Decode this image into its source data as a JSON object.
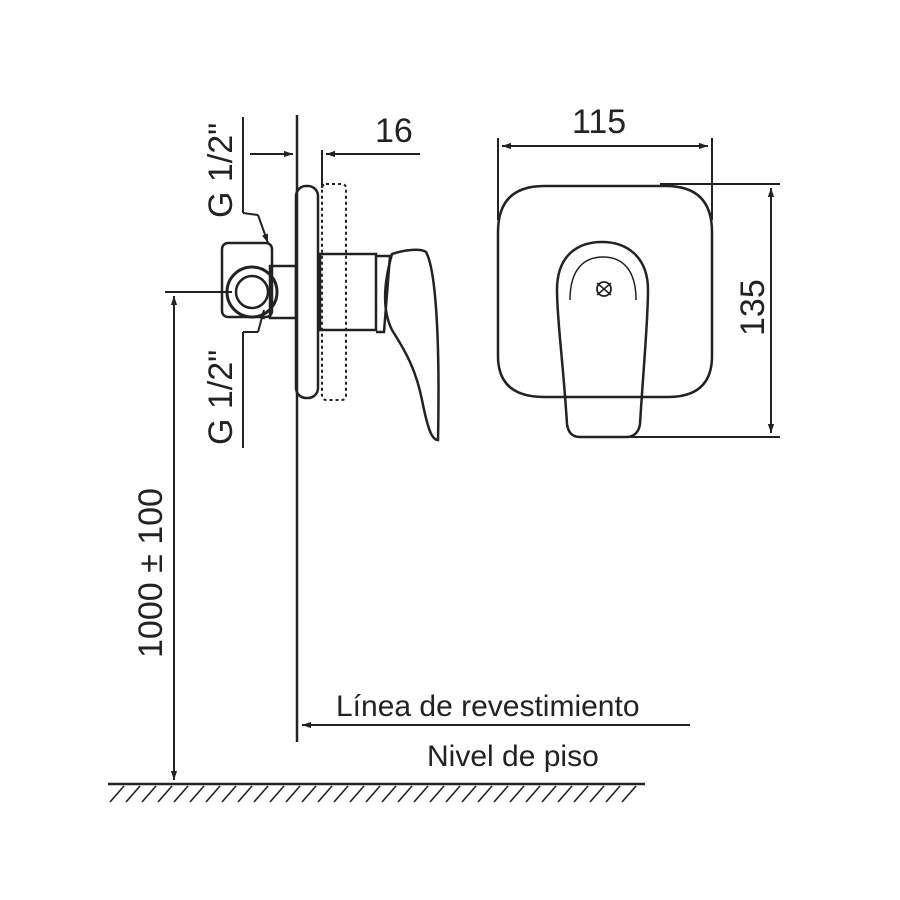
{
  "dimensions": {
    "thread_upper": "G 1/2\"",
    "thread_lower": "G 1/2\"",
    "projection": "16",
    "plate_width": "115",
    "plate_height": "135",
    "mounting_height": "1000 ± 100"
  },
  "labels": {
    "cladding_line": "Línea de revestimiento",
    "floor_level": "Nivel de piso"
  }
}
